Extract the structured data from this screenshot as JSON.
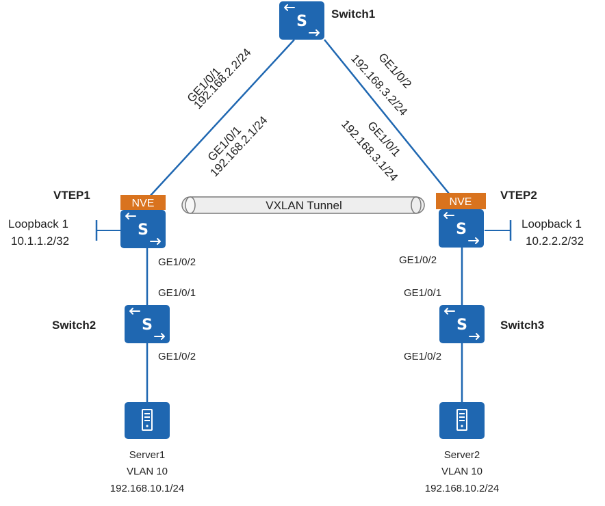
{
  "colors": {
    "link": "#1f67b1",
    "device": "#1f67b1",
    "nve": "#d9731e",
    "tunnel_fill": "#eeeeee",
    "tunnel_stroke": "#7a7a7a"
  },
  "devices": {
    "switch1": {
      "name": "Switch1",
      "icon": "switch-icon",
      "letter": "S"
    },
    "vtep1": {
      "name": "VTEP1",
      "icon": "switch-icon",
      "letter": "S",
      "nve": "NVE",
      "loopback_name": "Loopback 1",
      "loopback_ip": "10.1.1.2/32"
    },
    "vtep2": {
      "name": "VTEP2",
      "icon": "switch-icon",
      "letter": "S",
      "nve": "NVE",
      "loopback_name": "Loopback 1",
      "loopback_ip": "10.2.2.2/32"
    },
    "switch2": {
      "name": "Switch2",
      "icon": "switch-icon",
      "letter": "S"
    },
    "switch3": {
      "name": "Switch3",
      "icon": "switch-icon",
      "letter": "S"
    },
    "server1": {
      "icon": "server-icon",
      "name": "Server1",
      "vlan": "VLAN 10",
      "ip": "192.168.10.1/24"
    },
    "server2": {
      "icon": "server-icon",
      "name": "Server2",
      "vlan": "VLAN 10",
      "ip": "192.168.10.2/24"
    }
  },
  "tunnel": {
    "label": "VXLAN Tunnel"
  },
  "interfaces": {
    "s1_left_if": "GE1/0/1",
    "s1_left_ip": "192.168.2.2/24",
    "vtep1_up_if": "GE1/0/1",
    "vtep1_up_ip": "192.168.2.1/24",
    "s1_right_if": "GE1/0/2",
    "s1_right_ip": "192.168.3.2/24",
    "vtep2_up_if": "GE1/0/1",
    "vtep2_up_ip": "192.168.3.1/24",
    "vtep1_down": "GE1/0/2",
    "switch2_up": "GE1/0/1",
    "switch2_down": "GE1/0/2",
    "vtep2_down": "GE1/0/2",
    "switch3_up": "GE1/0/1",
    "switch3_down": "GE1/0/2"
  }
}
